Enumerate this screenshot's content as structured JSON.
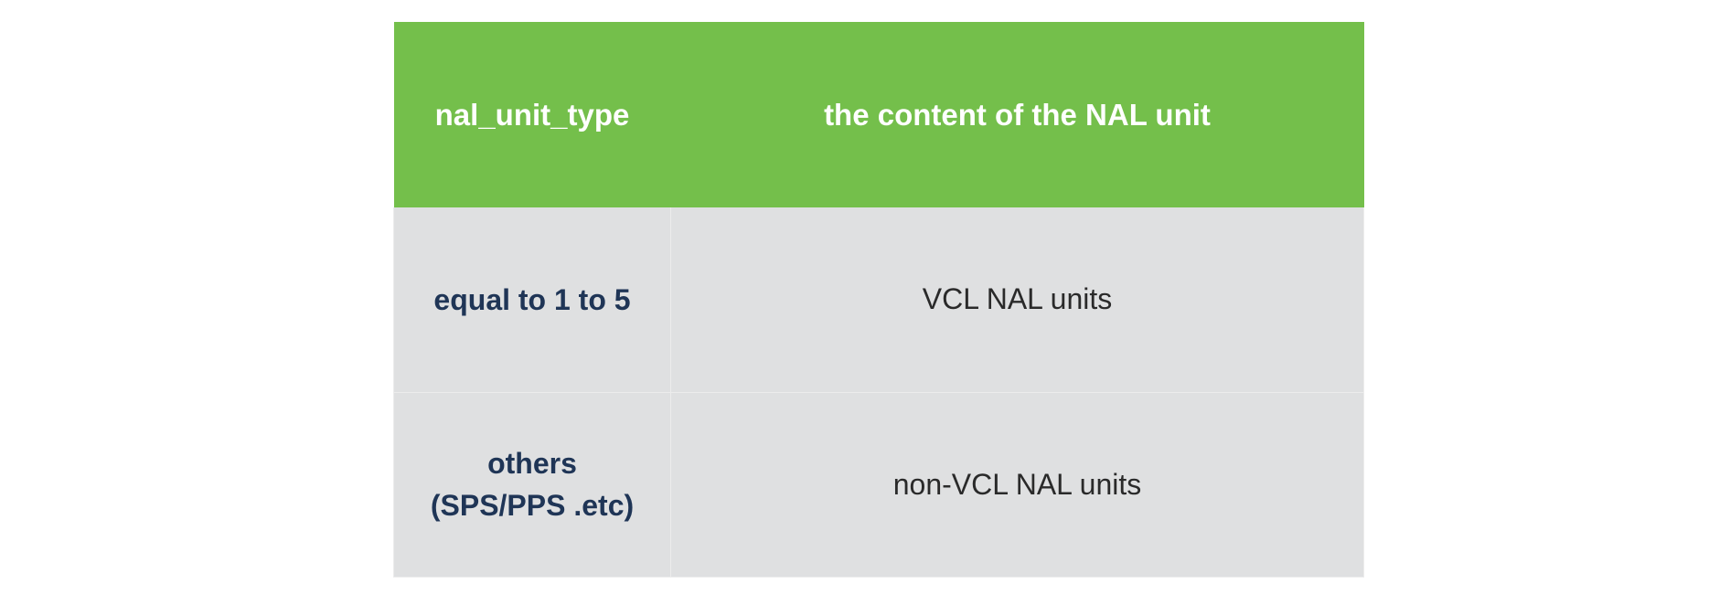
{
  "table": {
    "headers": [
      "nal_unit_type",
      "the content of the NAL unit"
    ],
    "rows": [
      {
        "key_lines": [
          "equal to 1 to 5"
        ],
        "value": "VCL NAL units"
      },
      {
        "key_lines": [
          "others",
          "(SPS/PPS .etc)"
        ],
        "value": "non-VCL NAL units"
      }
    ]
  },
  "colors": {
    "header_bg": "#74bf4b",
    "header_text": "#ffffff",
    "body_bg": "#dfe0e1",
    "key_text": "#1f3556",
    "value_text": "#2a2a2a"
  }
}
